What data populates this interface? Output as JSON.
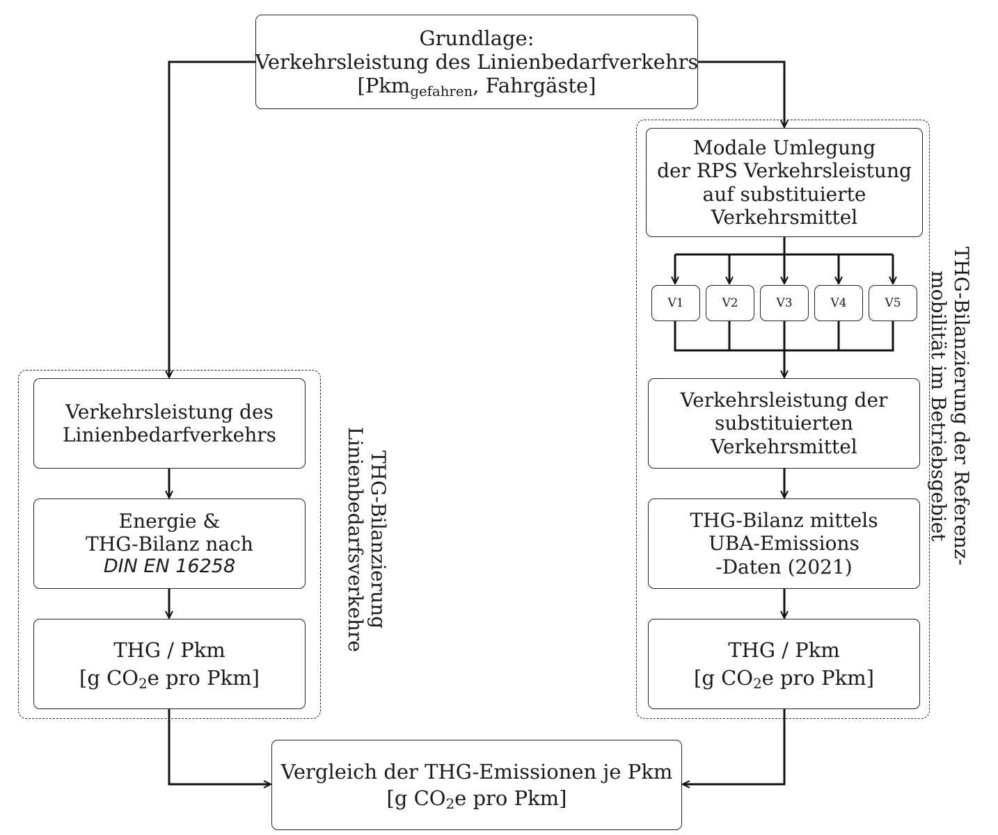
{
  "top": {
    "line1": "Grundlage:",
    "line2": "Verkehrsleistung des Linienbedarfverkehrs",
    "line3_pre": "[Pkm",
    "line3_sub": "gefahren",
    "line3_post": ", Fahrgäste]"
  },
  "left_group": {
    "label_line1": "THG-Bilanzierung",
    "label_line2": "Linienbedarfsverkehre",
    "box1": {
      "line1": "Verkehrsleistung des",
      "line2": "Linienbedarfverkehrs"
    },
    "box2": {
      "line1": "Energie &",
      "line2": "THG-Bilanz nach",
      "line3": "DIN EN 16258"
    },
    "box3": {
      "line1": "THG / Pkm",
      "line2_pre": "[g CO",
      "line2_sub": "2",
      "line2_post": "e pro Pkm]"
    }
  },
  "right_group": {
    "label_line1": "THG-Bilanzierung der Referenz-",
    "label_line2": "mobilität im Betriebsgebiet",
    "box1": {
      "line1": "Modale Umlegung",
      "line2": "der RPS Verkehrsleistung",
      "line3": "auf substituierte",
      "line4": "Verkehrsmittel"
    },
    "variants": [
      "V1",
      "V2",
      "V3",
      "V4",
      "V5"
    ],
    "box2": {
      "line1": "Verkehrsleistung der",
      "line2": "substituierten",
      "line3": "Verkehrsmittel"
    },
    "box3": {
      "line1": "THG-Bilanz mittels",
      "line2": "UBA-Emissions",
      "line3": "-Daten (2021)"
    },
    "box4": {
      "line1": "THG / Pkm",
      "line2_pre": "[g CO",
      "line2_sub": "2",
      "line2_post": "e pro Pkm]"
    }
  },
  "bottom": {
    "line1": "Vergleich der THG-Emissionen je Pkm",
    "line2_pre": "[g CO",
    "line2_sub": "2",
    "line2_post": "e pro Pkm]"
  }
}
